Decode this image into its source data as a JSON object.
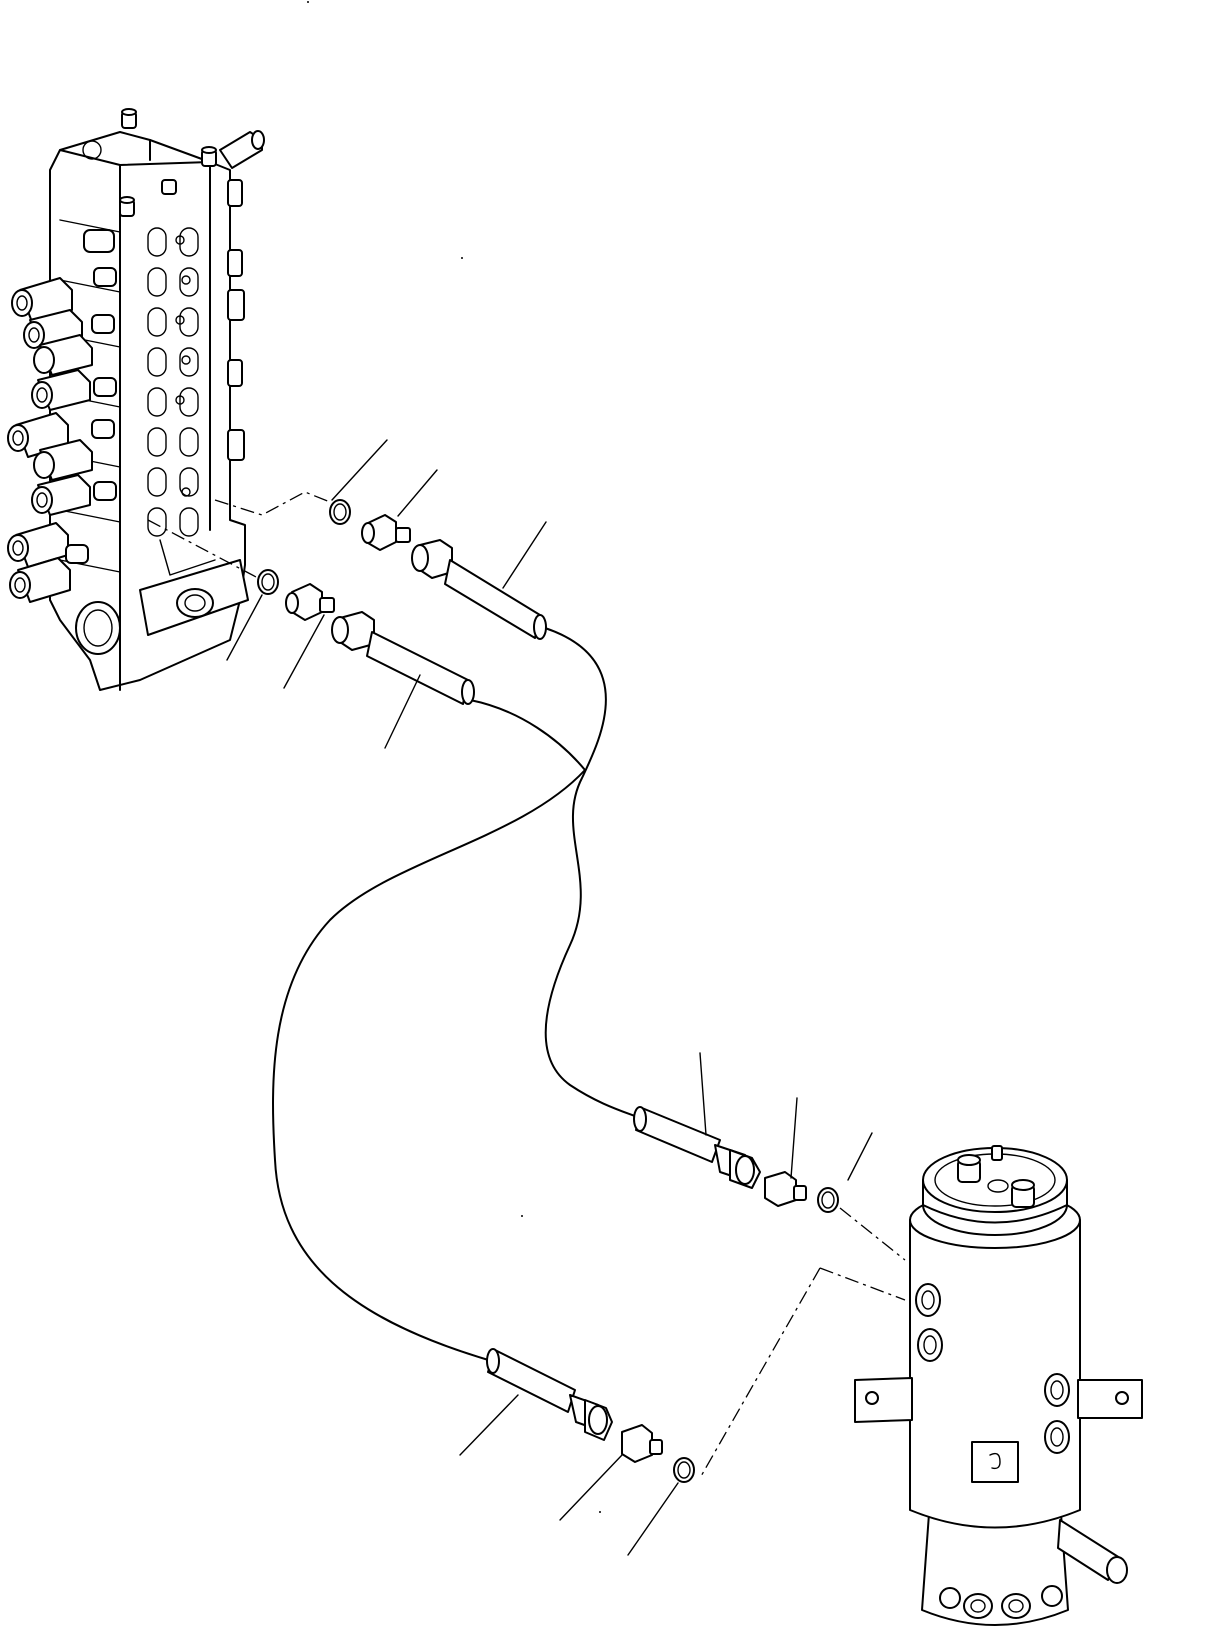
{
  "diagram": {
    "parts": [
      {
        "id": "control-valve",
        "label": ""
      },
      {
        "id": "swivel-joint",
        "label": ""
      },
      {
        "id": "upper-hose",
        "label": ""
      },
      {
        "id": "lower-hose",
        "label": ""
      }
    ],
    "leaders_count": 12
  }
}
